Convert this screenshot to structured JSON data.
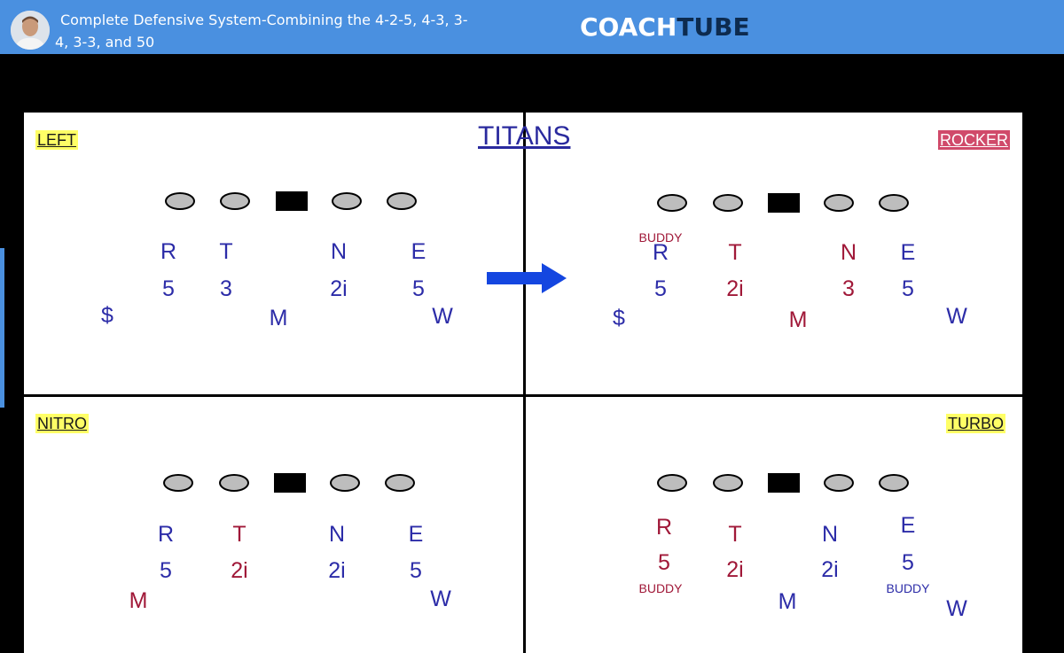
{
  "video": {
    "title": "Complete Defensive System-Combining the 4-2-5, 4-3, 3-4, 3-3, and 50"
  },
  "brand": {
    "part1": "COACH",
    "part2": "TUBE"
  },
  "slide": {
    "title": "TITANS",
    "q1": {
      "label": "LEFT",
      "r": "R",
      "r_tech": "5",
      "t": "T",
      "t_tech": "3",
      "n": "N",
      "n_tech": "2i",
      "e": "E",
      "e_tech": "5",
      "safety": "$",
      "m": "M",
      "w": "W"
    },
    "q2": {
      "label": "ROCKER",
      "buddy": "BUDDY",
      "r": "R",
      "r_tech": "5",
      "t": "T",
      "t_tech": "2i",
      "n": "N",
      "n_tech": "3",
      "e": "E",
      "e_tech": "5",
      "safety": "$",
      "m": "M",
      "w": "W"
    },
    "q3": {
      "label": "NITRO",
      "r": "R",
      "r_tech": "5",
      "t": "T",
      "t_tech": "2i",
      "n": "N",
      "n_tech": "2i",
      "e": "E",
      "e_tech": "5",
      "m": "M",
      "w": "W"
    },
    "q4": {
      "label": "TURBO",
      "r": "R",
      "r_tech": "5",
      "buddy_r": "BUDDY",
      "t": "T",
      "t_tech": "2i",
      "n": "N",
      "n_tech": "2i",
      "e": "E",
      "e_tech": "5",
      "buddy_e": "BUDDY",
      "m": "M",
      "w": "W"
    }
  },
  "colors": {
    "topbar": "#4a90e0",
    "blue_text": "#2c2ca8",
    "red_text": "#a01838",
    "highlight": "#ffff66",
    "rocker": "#d04a6a",
    "arrow": "#1446e0"
  }
}
